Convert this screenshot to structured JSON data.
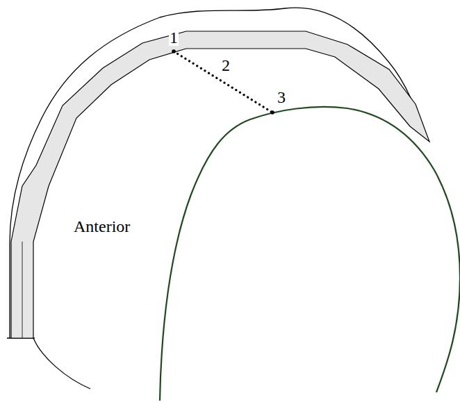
{
  "diagram": {
    "labels": [
      "1",
      "2",
      "3",
      "Anterior"
    ]
  }
}
